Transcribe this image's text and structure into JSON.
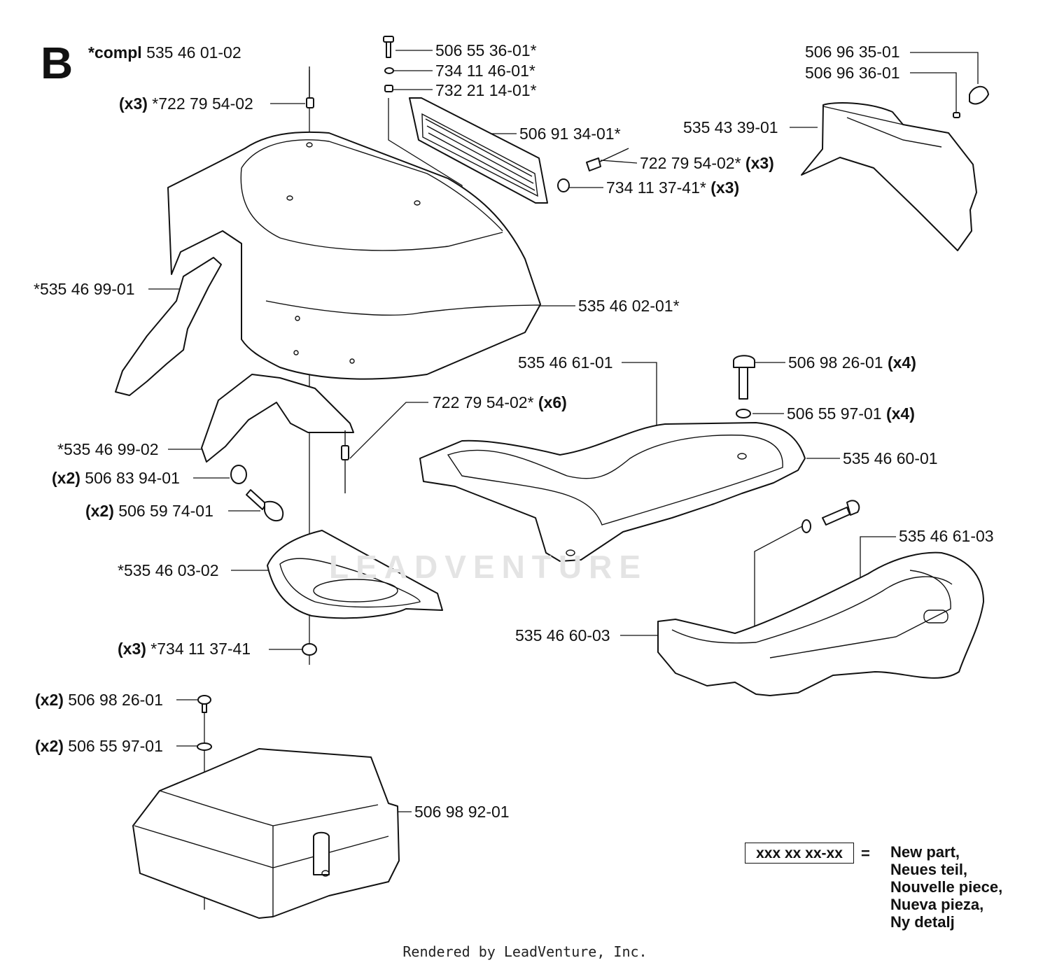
{
  "section": {
    "letter": "B",
    "compl_prefix": "*compl",
    "compl_number": "535 46 01-02"
  },
  "callouts": {
    "rivet_top": {
      "qty": "(x3)",
      "text": "*722 79 54-02"
    },
    "screw_vent": {
      "text": "506 55 36-01*"
    },
    "washer_vent": {
      "text": "734 11 46-01*"
    },
    "nut_vent": {
      "text": "732 21 14-01*"
    },
    "grille": {
      "text": "506 91 34-01*"
    },
    "rivet_grille": {
      "text": "722 79 54-02*",
      "qty": "(x3)"
    },
    "washer_grille": {
      "text": "734 11 37-41*",
      "qty": "(x3)"
    },
    "cover_left": {
      "text": "*535 46 99-01"
    },
    "main_hood": {
      "text": "535 46 02-01*"
    },
    "knob_a": {
      "text": "506 96 35-01"
    },
    "knob_b": {
      "text": "506 96 36-01"
    },
    "rear_cover": {
      "text": "535 43 39-01"
    },
    "rivet_x6": {
      "text": "722 79 54-02*",
      "qty": "(x6)"
    },
    "cover_right": {
      "text": "*535 46 99-02"
    },
    "washer_x2": {
      "qty": "(x2)",
      "text": "506 83 94-01"
    },
    "bolt_x2": {
      "qty": "(x2)",
      "text": "506 59 74-01"
    },
    "bowl": {
      "text": "*535 46 03-02"
    },
    "washer_x3": {
      "qty": "(x3)",
      "text": "*734 11 37-41"
    },
    "tray_upper": {
      "text": "535 46 61-01"
    },
    "screw_x4": {
      "text": "506 98 26-01",
      "qty": "(x4)"
    },
    "washer_x4": {
      "text": "506 55 97-01",
      "qty": "(x4)"
    },
    "frame_upper": {
      "text": "535 46 60-01"
    },
    "tray_lower": {
      "text": "535 46 61-03"
    },
    "frame_lower": {
      "text": "535 46 60-03"
    },
    "screw_x2": {
      "qty": "(x2)",
      "text": "506 98 26-01"
    },
    "washer_screw_x2": {
      "qty": "(x2)",
      "text": "506 55 97-01"
    },
    "box_cover": {
      "text": "506 98 92-01"
    }
  },
  "legend": {
    "sample": "xxx xx xx-xx",
    "equals": "=",
    "lines": [
      "New part,",
      "Neues teil,",
      "Nouvelle piece,",
      "Nueva pieza,",
      "Ny detalj"
    ]
  },
  "watermark": "LEADVENTURE",
  "footer": "Rendered by LeadVenture, Inc."
}
